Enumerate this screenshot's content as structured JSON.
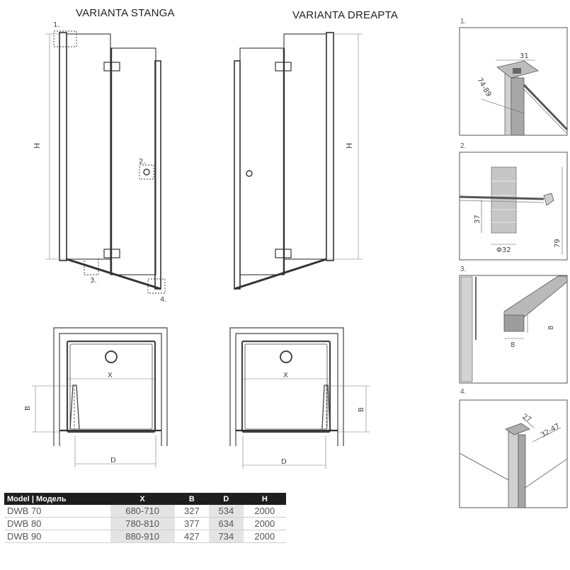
{
  "titles": {
    "left": "VARIANTA STANGA",
    "right": "VARIANTA DREAPTA"
  },
  "dimension_labels": {
    "height": "H",
    "depth": "B",
    "width_inner": "X",
    "width": "D"
  },
  "callouts": {
    "c1": "1.",
    "c2": "2.",
    "c3": "3.",
    "c4": "4."
  },
  "detail_panels": [
    {
      "label": "1.",
      "dims": [
        "31",
        "74-89"
      ]
    },
    {
      "label": "2.",
      "dims": [
        "37",
        "Φ32",
        "79"
      ]
    },
    {
      "label": "3.",
      "dims": [
        "8",
        "8"
      ]
    },
    {
      "label": "4.",
      "dims": [
        "27",
        "32-47"
      ]
    }
  ],
  "table": {
    "headers": [
      "Model | Модель",
      "X",
      "B",
      "D",
      "H"
    ],
    "rows": [
      [
        "DWB 70",
        "680-710",
        "327",
        "534",
        "2000"
      ],
      [
        "DWB 80",
        "780-810",
        "377",
        "634",
        "2000"
      ],
      [
        "DWB 90",
        "880-910",
        "427",
        "734",
        "2000"
      ]
    ]
  }
}
